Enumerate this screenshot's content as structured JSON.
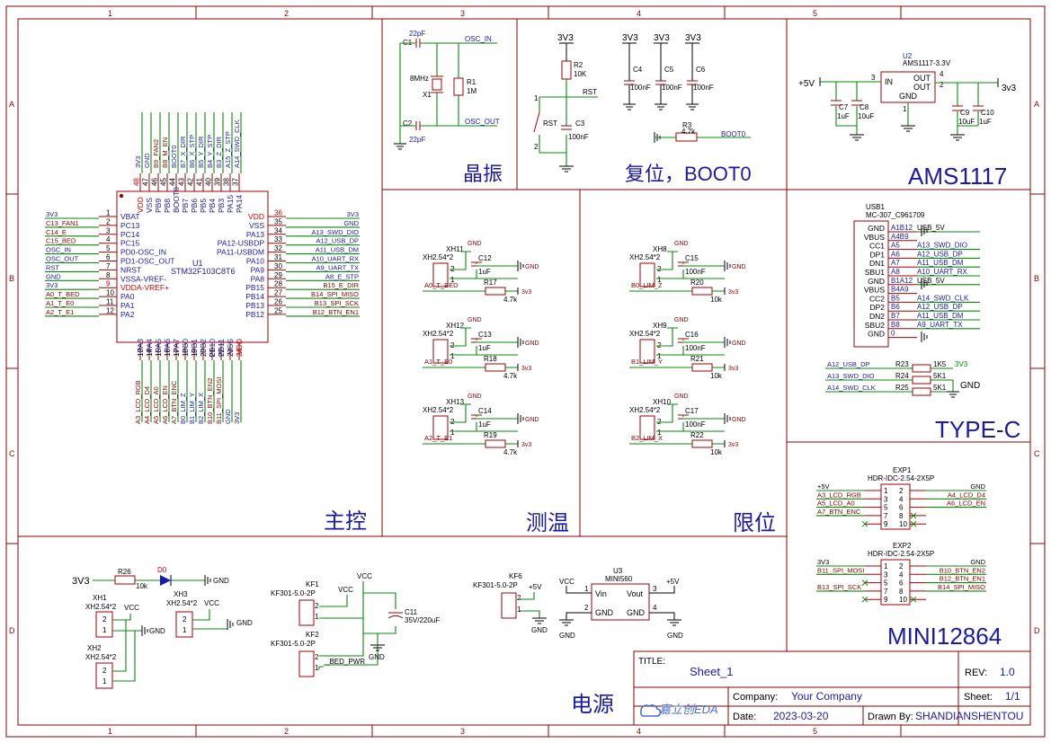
{
  "frame": {
    "cols": [
      "1",
      "2",
      "3",
      "4",
      "5"
    ],
    "rows": [
      "A",
      "B",
      "C",
      "D"
    ]
  },
  "sections": {
    "main": "主控",
    "crystal": "晶振",
    "reset": "复位，BOOT0",
    "ams": "AMS1117",
    "temp": "测温",
    "limit": "限位",
    "typec": "TYPE-C",
    "mini": "MINI12864",
    "power": "电源"
  },
  "mcu": {
    "ref": "U1",
    "part": "STM32F103C8T6",
    "left_pins": [
      {
        "num": "1",
        "name": "VBAT",
        "net": "3V3"
      },
      {
        "num": "2",
        "name": "PC13",
        "net": "C13_FAN1"
      },
      {
        "num": "3",
        "name": "PC14",
        "net": "C14_E"
      },
      {
        "num": "4",
        "name": "PC15",
        "net": "C15_BED"
      },
      {
        "num": "5",
        "name": "PD0-OSC_IN",
        "net": "OSC_IN"
      },
      {
        "num": "6",
        "name": "PD1-OSC_OUT",
        "net": "OSC_OUT"
      },
      {
        "num": "7",
        "name": "NRST",
        "net": "RST"
      },
      {
        "num": "8",
        "name": "VSSA-VREF-",
        "net": "GND"
      },
      {
        "num": "9",
        "name": "VDDA-VREF+",
        "net": "3V3"
      },
      {
        "num": "10",
        "name": "PA0",
        "net": "A0_T_BED"
      },
      {
        "num": "11",
        "name": "PA1",
        "net": "A1_T_E0"
      },
      {
        "num": "12",
        "name": "PA2",
        "net": "A2_T_E1"
      }
    ],
    "right_pins": [
      {
        "num": "36",
        "name": "VDD",
        "net": "3V3"
      },
      {
        "num": "35",
        "name": "VSS",
        "net": "GND"
      },
      {
        "num": "34",
        "name": "PA13",
        "net": "A13_SWD_DIO"
      },
      {
        "num": "33",
        "name": "PA12-USBDP",
        "net": "A12_USB_DP"
      },
      {
        "num": "32",
        "name": "PA11-USBDM",
        "net": "A11_USB_DM"
      },
      {
        "num": "31",
        "name": "PA10",
        "net": "A10_UART_RX"
      },
      {
        "num": "30",
        "name": "PA9",
        "net": "A9_UART_TX"
      },
      {
        "num": "29",
        "name": "PA8",
        "net": "A8_E_STP"
      },
      {
        "num": "28",
        "name": "PB15",
        "net": "B15_E_DIR"
      },
      {
        "num": "27",
        "name": "PB14",
        "net": "B14_SPI_MISO"
      },
      {
        "num": "26",
        "name": "PB13",
        "net": "B13_SPI_SCK"
      },
      {
        "num": "25",
        "name": "PB12",
        "net": "B12_BTN_EN1"
      }
    ],
    "top_pins": [
      {
        "num": "48",
        "name": "VDD",
        "net": "3V3"
      },
      {
        "num": "47",
        "name": "VSS",
        "net": "GND"
      },
      {
        "num": "46",
        "name": "PB9",
        "net": "B9_FAN2"
      },
      {
        "num": "45",
        "name": "PB8",
        "net": "B8_M_EN"
      },
      {
        "num": "44",
        "name": "BOOT0",
        "net": "BOOT0"
      },
      {
        "num": "43",
        "name": "PB7",
        "net": "B7_X_DIR"
      },
      {
        "num": "42",
        "name": "PB6",
        "net": "B6_X_STP"
      },
      {
        "num": "41",
        "name": "PB5",
        "net": "B5_Y_DIR"
      },
      {
        "num": "40",
        "name": "PB4",
        "net": "B4_Y_STP"
      },
      {
        "num": "39",
        "name": "PB3",
        "net": "B3_Z_DIR"
      },
      {
        "num": "38",
        "name": "PA15",
        "net": "A15_Z_STP"
      },
      {
        "num": "37",
        "name": "PA14",
        "net": "A14_SWD_CLK"
      }
    ],
    "bottom_pins": [
      {
        "num": "13",
        "name": "PA3",
        "net": "A3_LCD_RGB"
      },
      {
        "num": "14",
        "name": "PA4",
        "net": "A4_LCD_D4"
      },
      {
        "num": "15",
        "name": "PA5",
        "net": "A5_LCD_A0"
      },
      {
        "num": "16",
        "name": "PA6",
        "net": "A6_LCD_EN"
      },
      {
        "num": "17",
        "name": "PA7",
        "net": "A7_BTN_ENC"
      },
      {
        "num": "18",
        "name": "PB0",
        "net": "B0_LIM_Z"
      },
      {
        "num": "19",
        "name": "PB1",
        "net": "B1_LIM_Y"
      },
      {
        "num": "20",
        "name": "PB2",
        "net": "B2_LIM_X"
      },
      {
        "num": "21",
        "name": "PB10",
        "net": "B10_BTN_EN2"
      },
      {
        "num": "22",
        "name": "PB11",
        "net": "B11_SPI_MOSI"
      },
      {
        "num": "23",
        "name": "VSS",
        "net": "GND"
      },
      {
        "num": "24",
        "name": "VDD",
        "net": "3V3"
      }
    ]
  },
  "crystal": {
    "c1": "C1",
    "c1v": "22pF",
    "c2": "C2",
    "c2v": "22pF",
    "x1": "X1",
    "x1v": "8MHz",
    "r1": "R1",
    "r1v": "1M",
    "osc_in": "OSC_IN",
    "osc_out": "OSC_OUT"
  },
  "reset": {
    "net3v3": "3V3",
    "r2": "R2",
    "r2v": "10K",
    "rst": "RST",
    "sw": "RST",
    "c3": "C3",
    "c3v": "100nF",
    "caps": [
      {
        "ref": "C4",
        "val": "100nF"
      },
      {
        "ref": "C5",
        "val": "100nF"
      },
      {
        "ref": "C6",
        "val": "100nF"
      }
    ],
    "r3": "R3",
    "r3v": "4.7k",
    "boot0": "BOOT0",
    "pin1": "1",
    "pin2": "2"
  },
  "ams": {
    "ref": "U2",
    "part": "AMS1117-3.3V",
    "in": "IN",
    "out1": "OUT",
    "out2": "OUT",
    "gnd": "GND",
    "pin_in": "3",
    "pin_out1": "4",
    "pin_out2": "2",
    "pin_gnd": "1",
    "vin": "+5V",
    "vout": "3v3",
    "caps": [
      {
        "ref": "C7",
        "val": "1uF"
      },
      {
        "ref": "C8",
        "val": "10uF"
      },
      {
        "ref": "C9",
        "val": "10uF"
      },
      {
        "ref": "C10",
        "val": "1uF"
      }
    ]
  },
  "temp": {
    "items": [
      {
        "xh": "XH11",
        "part": "XH2.54*2",
        "cap": "C12",
        "capv": "1uF",
        "res": "R17",
        "resv": "4.7k",
        "net": "A0_T_BED"
      },
      {
        "xh": "XH12",
        "part": "XH2.54*2",
        "cap": "C13",
        "capv": "1uF",
        "res": "R18",
        "resv": "4.7k",
        "net": "A1_T_E0"
      },
      {
        "xh": "XH13",
        "part": "XH2.54*2",
        "cap": "C14",
        "capv": "1uF",
        "res": "R19",
        "resv": "4.7k",
        "net": "A2_T_E1"
      }
    ],
    "gnd": "GND",
    "v": "3v3"
  },
  "limit": {
    "items": [
      {
        "xh": "XH8",
        "part": "XH2.54*2",
        "cap": "C15",
        "capv": "100nF",
        "res": "R20",
        "resv": "10k",
        "net": "B0_LIM_Z"
      },
      {
        "xh": "XH9",
        "part": "XH2.54*2",
        "cap": "C16",
        "capv": "100nF",
        "res": "R21",
        "resv": "10k",
        "net": "B1_LIM_Y"
      },
      {
        "xh": "XH10",
        "part": "XH2.54*2",
        "cap": "C17",
        "capv": "100nF",
        "res": "R22",
        "resv": "10k",
        "net": "B2_LIM_X"
      }
    ],
    "gnd": "GND",
    "v": "3v3"
  },
  "typec": {
    "ref": "USB1",
    "part": "MC-307_C961709",
    "pins": [
      {
        "name": "GND",
        "num": "A1B12",
        "net": "USB_5V"
      },
      {
        "name": "VBUS",
        "num": "A4B9",
        "net": ""
      },
      {
        "name": "CC1",
        "num": "A5",
        "net": "A13_SWD_DIO"
      },
      {
        "name": "DP1",
        "num": "A6",
        "net": "A12_USB_DP"
      },
      {
        "name": "DN1",
        "num": "A7",
        "net": "A11_USB_DM"
      },
      {
        "name": "SBU1",
        "num": "A8",
        "net": "A10_UART_RX"
      },
      {
        "name": "GND",
        "num": "B1A12",
        "net": "USB_5V"
      },
      {
        "name": "VBUS",
        "num": "B4A9",
        "net": ""
      },
      {
        "name": "CC2",
        "num": "B5",
        "net": "A14_SWD_CLK"
      },
      {
        "name": "DP2",
        "num": "B6",
        "net": "A12_USB_DP"
      },
      {
        "name": "DN2",
        "num": "B7",
        "net": "A11_USB_DM"
      },
      {
        "name": "SBU2",
        "num": "B8",
        "net": "A9_UART_TX"
      },
      {
        "name": "GND",
        "num": "0",
        "net": ""
      }
    ],
    "res": [
      {
        "net": "A12_USB_DP",
        "ref": "R23",
        "val": "1K5",
        "to": "3V3"
      },
      {
        "net": "A13_SWD_DIO",
        "ref": "R24",
        "val": "5K1",
        "to": ""
      },
      {
        "net": "A14_SWD_CLK",
        "ref": "R25",
        "val": "5K1",
        "to": "GND"
      }
    ]
  },
  "mini": {
    "exp1": {
      "ref": "EXP1",
      "part": "HDR-IDC-2.54-2X5P",
      "left": [
        "+5V",
        "A3_LCD_RGB",
        "A5_LCD_A0",
        "A7_BTN_ENC",
        ""
      ],
      "right": [
        "GND",
        "A4_LCD_D4",
        "A6_LCD_EN",
        "",
        ""
      ]
    },
    "exp2": {
      "ref": "EXP2",
      "part": "HDR-IDC-2.54-2X5P",
      "left": [
        "3V3",
        "B11_SPI_MOSI",
        "",
        "B13_SPI_SCK",
        ""
      ],
      "right": [
        "GND",
        "B10_BTN_EN2",
        "B12_BTN_EN1",
        "B14_SPI_MISO",
        ""
      ]
    },
    "lnum": [
      "1",
      "3",
      "5",
      "7",
      "9"
    ],
    "rnum": [
      "2",
      "4",
      "6",
      "8",
      "10"
    ]
  },
  "power": {
    "led_net": "3V3",
    "r26": "R26",
    "r26v": "10k",
    "d0": "D0",
    "gnd": "GND",
    "xh1": "XH1",
    "xh2": "XH2",
    "xh3": "XH3",
    "xhpart": "XH2.54*2",
    "vcc": "VCC",
    "kf1": "KF1",
    "kf2": "KF2",
    "kfpart": "KF301-5.0-2P",
    "bed": "_BED_PWR",
    "c11": "C11",
    "c11v": "35V/220uF",
    "kf6": "KF6",
    "p5v": "+5V",
    "u3": "U3",
    "u3part": "MINI560",
    "vin": "Vin",
    "vout": "Vout",
    "ugnd1": "GND",
    "ugnd2": "GND",
    "p1": "1",
    "p2": "2",
    "p3": "3",
    "p4": "4"
  },
  "title_block": {
    "title_label": "TITLE:",
    "title": "Sheet_1",
    "rev_label": "REV:",
    "rev": "1.0",
    "company_label": "Company:",
    "company": "Your Company",
    "sheet_label": "Sheet:",
    "sheet": "1/1",
    "date_label": "Date:",
    "date": "2023-03-20",
    "drawn_label": "Drawn By:",
    "drawn": "SHANDIANSHENTOU",
    "logo": "嘉立创EDA"
  }
}
